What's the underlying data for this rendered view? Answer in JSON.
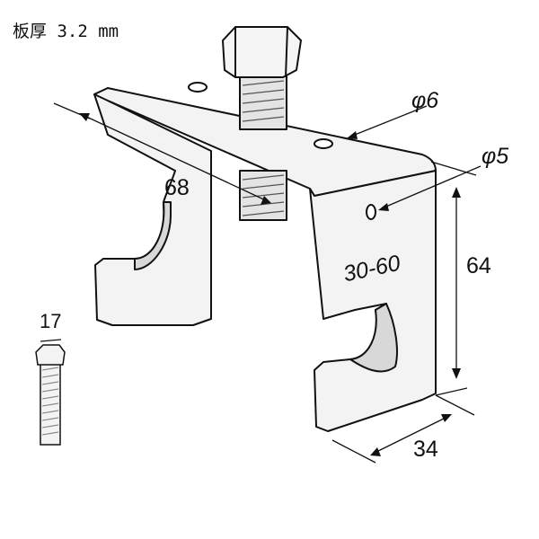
{
  "thickness_label": "板厚 3.2 mm",
  "dimensions": {
    "hole_large": "φ6",
    "hole_small": "φ5",
    "width": "68",
    "clamp_range": "30-60",
    "height": "64",
    "depth": "34",
    "bolt_hex": "17"
  },
  "colors": {
    "line": "#111111",
    "metal": "#f2f2f2",
    "shade": "#cfcfcf"
  }
}
